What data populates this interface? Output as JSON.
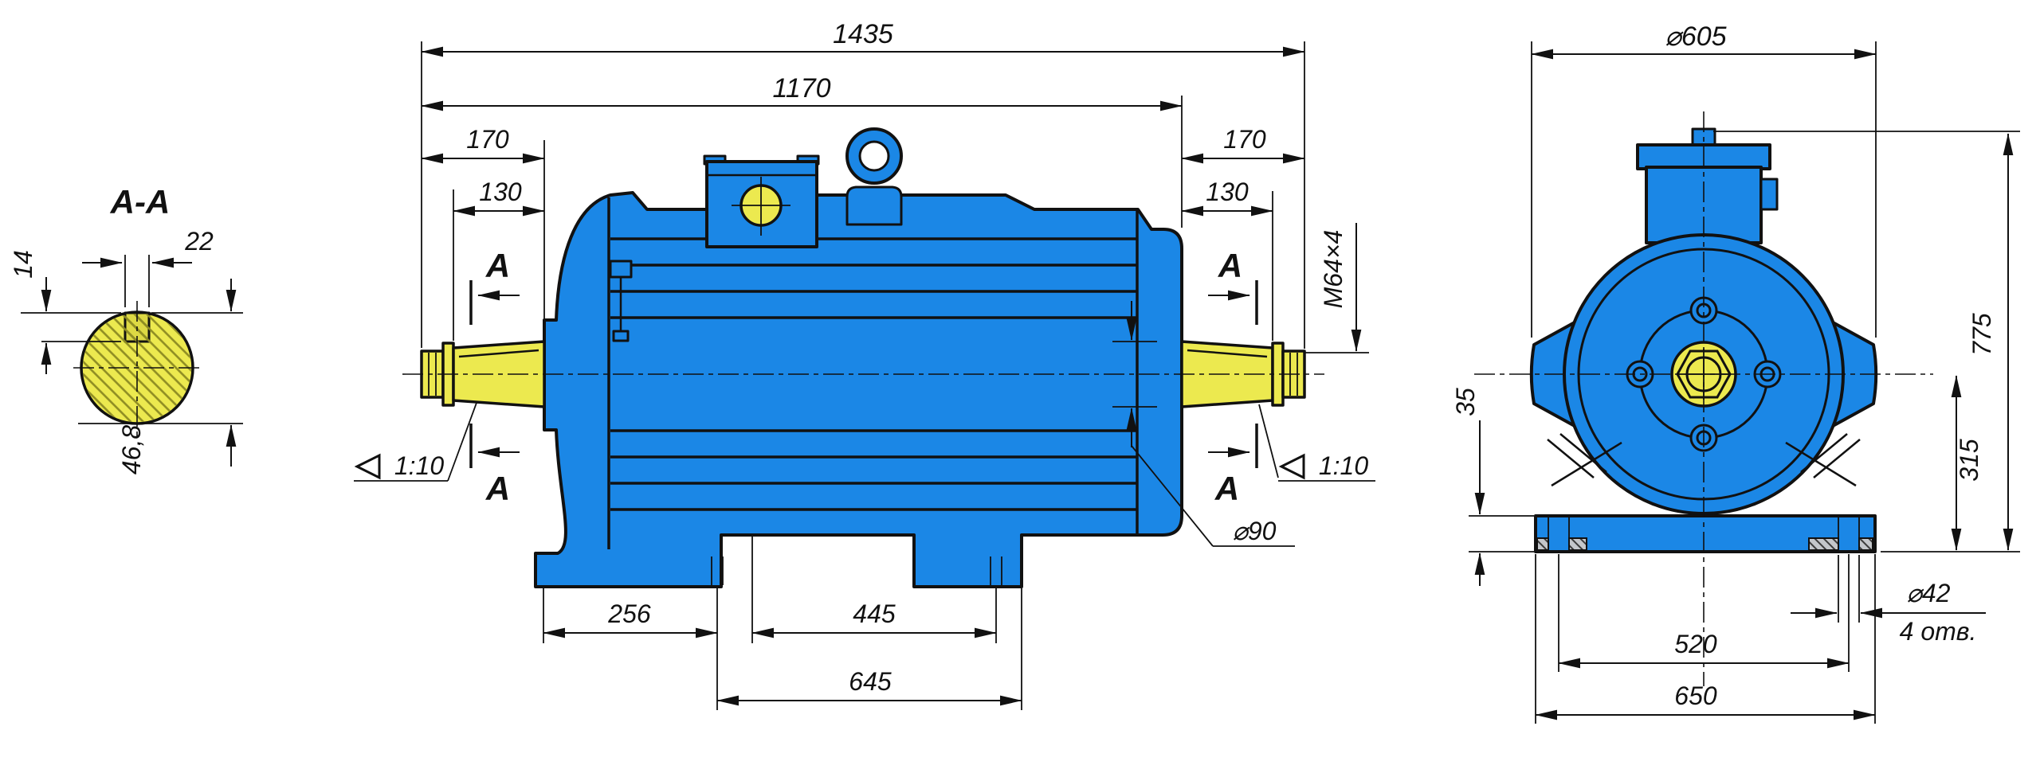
{
  "colors": {
    "body_blue": "#1b87e6",
    "shaft_yellow": "#ece94f",
    "hatch_olive": "#8f8d23",
    "pad_gray": "#c4c7cb",
    "line": "#111111",
    "background": "#ffffff"
  },
  "labels": {
    "section_title": "A-A",
    "cut_letter": "A"
  },
  "dims": {
    "total_length": "1435",
    "frame_length": "1170",
    "shaft_ext_left": "170",
    "taper_len_left": "130",
    "shaft_ext_right": "170",
    "taper_len_right": "130",
    "thread_spec": "M64×4",
    "shaft_diameter": "⌀90",
    "taper_left": "1:10",
    "taper_right": "1:10",
    "foot_offset": "256",
    "foot_holes_span": "445",
    "foot_span_total": "645",
    "key_width": "22",
    "key_depth": "14",
    "key_flat": "46,8",
    "frame_diameter": "⌀605",
    "overall_height": "775",
    "axis_height": "315",
    "pad_height": "35",
    "base_holes_span": "520",
    "base_width": "650",
    "base_hole_dia": "⌀42",
    "base_hole_count": "4 отв."
  }
}
